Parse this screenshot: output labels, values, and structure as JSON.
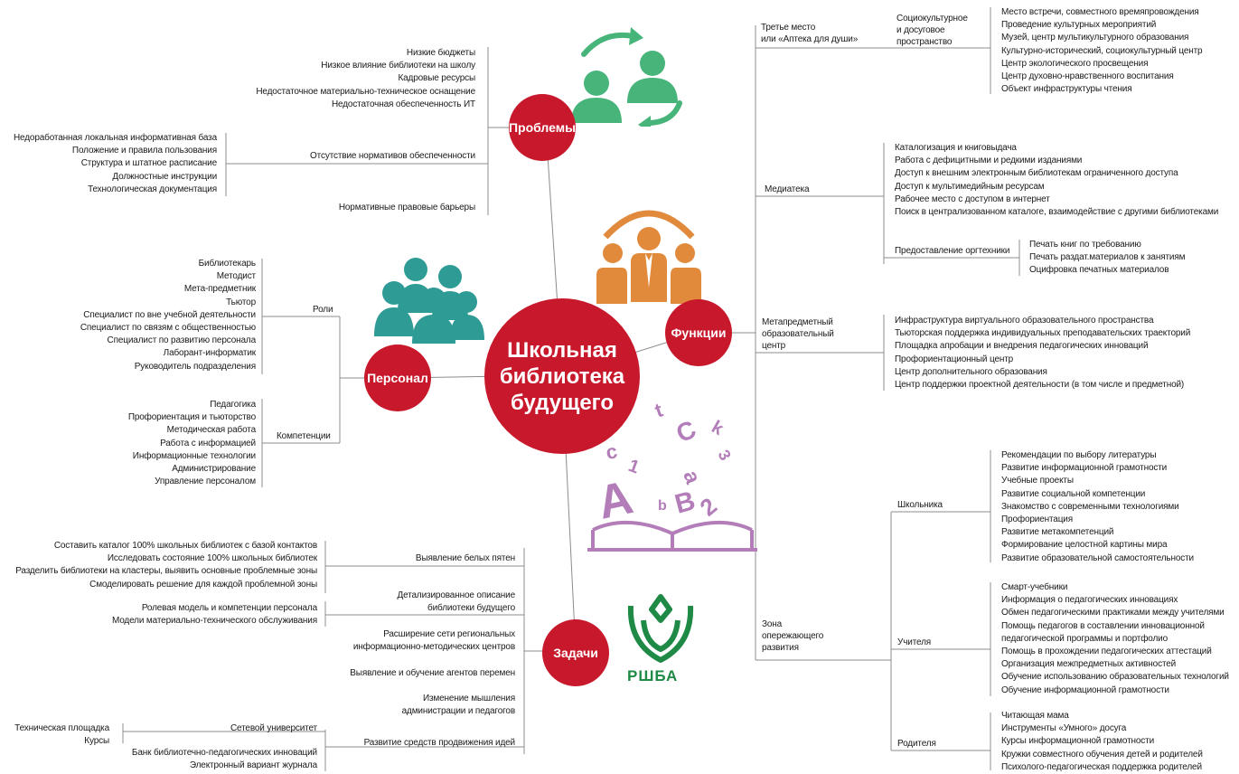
{
  "center": {
    "lines": [
      "Школьная",
      "библиотека",
      "будущего"
    ]
  },
  "nodes": {
    "problems": "Проблемы",
    "functions": "Функции",
    "staff": "Персонал",
    "tasks": "Задачи"
  },
  "problems": {
    "top_items": [
      "Низкие бюджеты",
      "Низкое влияние библиотеки на школу",
      "Кадровые ресурсы",
      "Недостаточное материально-техническое оснащение",
      "Недостаточная обеспеченность ИТ"
    ],
    "norms_label": "Отсутствие нормативов обеспеченности",
    "norms_items": [
      "Недоработанная локальная информативная база",
      "Положение и правила пользования",
      "Структура и штатное расписание",
      "Должностные инструкции",
      "Технологическая документация"
    ],
    "barriers_label": "Нормативные правовые барьеры"
  },
  "staff": {
    "roles_label": "Роли",
    "roles": [
      "Библиотекарь",
      "Методист",
      "Мета-предметник",
      "Тьютор",
      "Специалист по вне учебной деятельности",
      "Специалист по связям с общественностью",
      "Специалист по развитию персонала",
      "Лаборант-информатик",
      "Руководитель подразделения"
    ],
    "comp_label": "Компетенции",
    "competencies": [
      "Педагогика",
      "Профориентация и тьюторство",
      "Методическая работа",
      "Работа с информацией",
      "Информационные технологии",
      "Администрирование",
      "Управление персоналом"
    ]
  },
  "tasks": {
    "white_spots_label": "Выявление белых пятен",
    "white_spots_items": [
      "Составить каталог 100% школьных библиотек с базой контактов",
      "Исследовать состояние 100% школьных библиотек",
      "Разделить библиотеки на кластеры, выявить основные проблемные зоны",
      "Смоделировать решение для каждой проблемной зоны"
    ],
    "detailed_label": [
      "Детализированное описание",
      "библиотеки будущего"
    ],
    "detailed_items": [
      "Ролевая модель и компетенции персонала",
      "Модели материально-технического обслуживания"
    ],
    "network_label": [
      "Расширение сети региональных",
      "информационно-методических центров"
    ],
    "agents_label": "Выявление и обучение агентов перемен",
    "mindset_label": [
      "Изменение мышления",
      "администрации и педагогов"
    ],
    "promotion_label": "Развитие средств продвижения идей",
    "network_univ_label": "Сетевой университет",
    "network_univ_items": [
      "Техническая площадка",
      "Курсы"
    ],
    "promotion_items": [
      "Банк библиотечно-педагогических инноваций",
      "Электронный вариант журнала"
    ]
  },
  "functions": {
    "third_place_label": [
      "Третье место",
      "или «Аптека для души»"
    ],
    "sociocultural_label": [
      "Социокультурное",
      "и досуговое",
      "пространство"
    ],
    "sociocultural_items": [
      "Место встречи, совместного времяпровождения",
      "Проведение культурных мероприятий",
      "Музей, центр мультикультурного образования",
      "Культурно-исторический, социокультурный центр",
      "Центр экологического просвещения",
      "Центр духовно-нравственного воспитания",
      "Объект инфраструктуры чтения"
    ],
    "mediateka_label": "Медиатека",
    "mediateka_items": [
      "Каталогизация и книговыдача",
      "Работа с дефицитными и редкими изданиями",
      "Доступ к внешним электронным библиотекам ограниченного доступа",
      "Доступ к мультимедийным ресурсам",
      "Рабочее место с доступом в интернет",
      "Поиск в централизованном каталоге, взаимодействие с другими библиотеками"
    ],
    "office_label": "Предоставление оргтехники",
    "office_items": [
      "Печать книг по требованию",
      "Печать раздат.материалов к занятиям",
      "Оцифровка печатных материалов"
    ],
    "meta_center_label": [
      "Метапредметный",
      "образовательный",
      "центр"
    ],
    "meta_center_items": [
      "Инфраструктура виртуального образовательного пространства",
      "Тьюторская поддержка индивидуальных преподавательских траекторий",
      "Площадка апробации и внедрения педагогических инноваций",
      "Профориентационный центр",
      "Центр дополнительного образования",
      "Центр поддержки проектной деятельности (в том числе и предметной)"
    ],
    "advance_zone_label": [
      "Зона",
      "опережающего",
      "развития"
    ],
    "student_label": "Школьника",
    "student_items": [
      "Рекомендации по выбору литературы",
      "Развитие информационной грамотности",
      "Учебные проекты",
      "Развитие социальной компетенции",
      "Знакомство с современными технологиями",
      "Профориентация",
      "Развитие метакомпетенций",
      "Формирование целостной картины мира",
      "Развитие образовательной самостоятельности"
    ],
    "teacher_label": "Учителя",
    "teacher_items": [
      "Смарт-учебники",
      "Информация о педагогических инновациях",
      "Обмен педагогическими практиками между учителями",
      "Помощь педагогов в составлении инновационной",
      "педагогической программы и портфолио",
      "Помощь в прохождении педагогических аттестаций",
      "Организация межпредметных активностей",
      "Обучение использованию образовательных технологий",
      "Обучение информационной грамотности"
    ],
    "parent_label": "Родителя",
    "parent_items": [
      "Читающая мама",
      "Инструменты «Умного» досуга",
      "Курсы информационной грамотности",
      "Кружки совместного обучения детей и родителей",
      "Психолого-педагогическая поддержка родителей"
    ]
  },
  "logo": {
    "text": "РШБА"
  },
  "colors": {
    "accent_red": "#c8192c",
    "green": "#47b57a",
    "teal": "#2e9b95",
    "orange": "#e28a3c",
    "purple": "#b27db8",
    "logo_green": "#1e8a45"
  }
}
